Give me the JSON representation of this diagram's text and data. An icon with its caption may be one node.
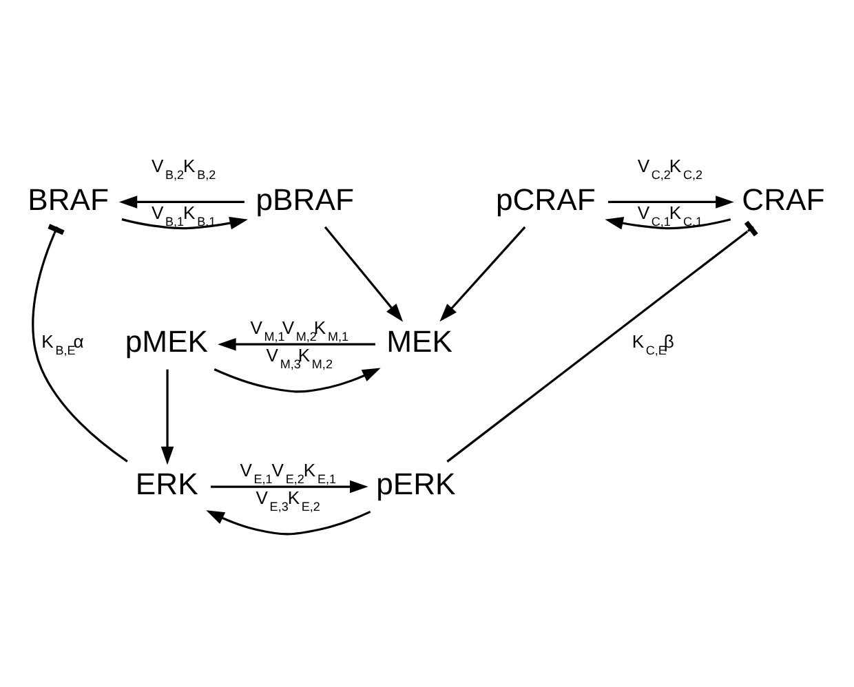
{
  "diagram": {
    "nodes": [
      {
        "text": [
          "BRAF"
        ]
      },
      {
        "text": [
          "pBRAF"
        ]
      },
      {
        "text": [
          "pCRAF"
        ]
      },
      {
        "text": [
          "CRAF"
        ]
      },
      {
        "text": [
          "MEK"
        ]
      },
      {
        "text": [
          "pMEK"
        ]
      },
      {
        "text": [
          "ERK"
        ]
      },
      {
        "text": [
          "pERK"
        ]
      }
    ],
    "edges": [
      {
        "from": 0,
        "to": 1,
        "arrow": "to",
        "label": "V$_{B,1}$K$_{B,1}$"
      },
      {
        "from": 1,
        "to": 0,
        "arrow": "to",
        "label": "V$_{B,2}$K$_{B,2}$"
      },
      {
        "from": 3,
        "to": 2,
        "arrow": "to",
        "label": "V$_{C,1}$K$_{C,1}$"
      },
      {
        "from": 2,
        "to": 3,
        "arrow": "to",
        "label": "V$_{C,2}$K$_{C,2}$"
      },
      {
        "from": 1,
        "to": 4,
        "arrow": "to"
      },
      {
        "from": 2,
        "to": 4,
        "arrow": "to"
      },
      {
        "from": 4,
        "to": 5,
        "arrow": "to",
        "label": "V$_{M,1}$V$_{M,2}$K$_{M,1}$"
      },
      {
        "from": 5,
        "to": 4,
        "arrow": "to",
        "label": "V$_{M,3}$K$_{M,2}$"
      },
      {
        "from": 5,
        "to": 6,
        "arrow": "to"
      },
      {
        "from": 6,
        "to": 7,
        "arrow": "to",
        "label": "V$_{E,1}$V$_{E,2}$K$_{E,1}$"
      },
      {
        "from": 7,
        "to": 6,
        "arrow": "to",
        "label": "V$_{E,3}$K$_{E,2}$"
      },
      {
        "from": 6,
        "to": 0,
        "arrow": "other",
        "label": "K$_{B,E}$α"
      },
      {
        "from": 7,
        "to": 3,
        "arrow": "other",
        "label": "K$_{C,E}$β"
      }
    ]
  }
}
